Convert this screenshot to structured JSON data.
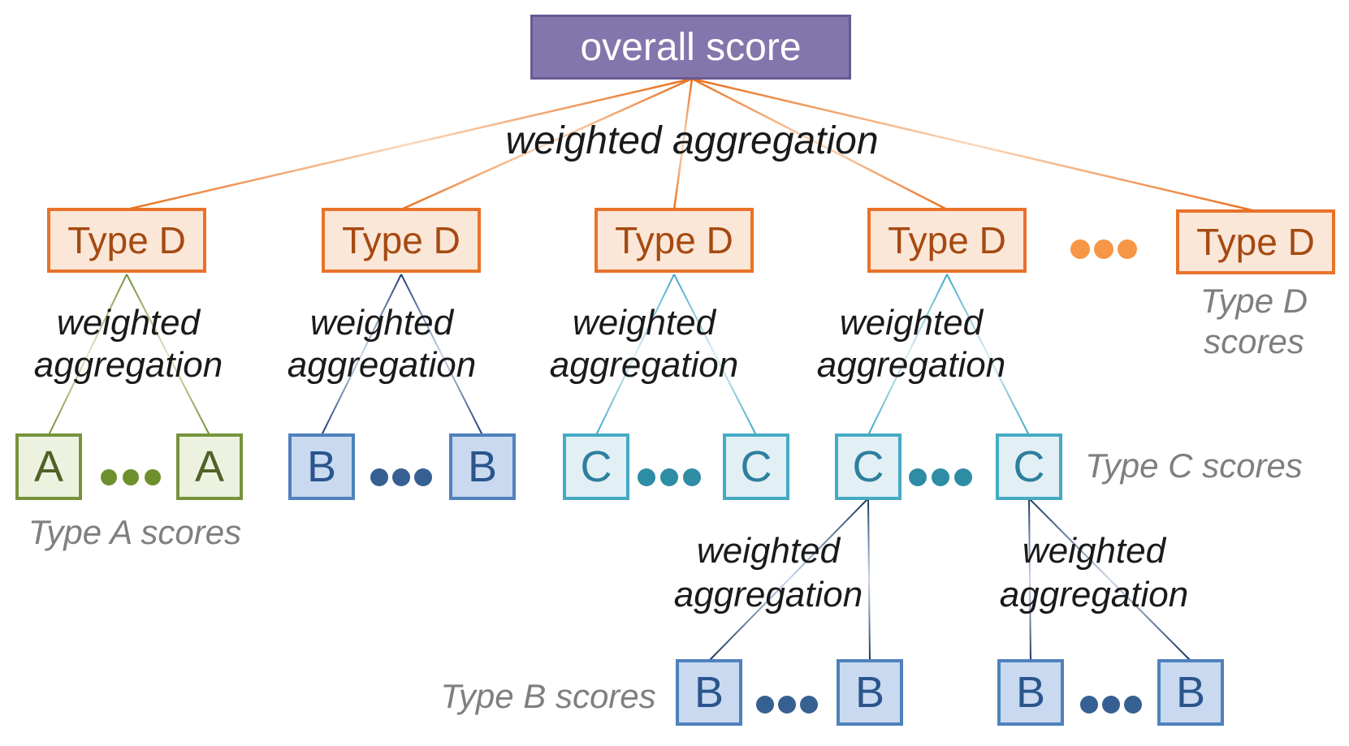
{
  "colors": {
    "background": "#FFFFFF",
    "purple_fill": "#8376AC",
    "purple_border": "#675A93",
    "purple_text": "#FFFFFF",
    "orange_border": "#E8722A",
    "orange_fill": "#FBE7D8",
    "orange_text": "#A54A12",
    "orange_dot": "#F79646",
    "orange_line_dark": "#E8711F",
    "orange_line_light": "#FAD8BC",
    "green_border": "#77933C",
    "green_fill": "#EDF2E0",
    "green_text": "#4F6228",
    "green_dot": "#6E8F2E",
    "green_line_dark": "#6E8F2E",
    "green_line_light": "#DCE7C8",
    "blue_border": "#4F81BD",
    "blue_fill": "#C9D9F0",
    "blue_text": "#2A558C",
    "blue_dot": "#376092",
    "blue_line_dark": "#1F3F77",
    "blue_line_light": "#C9D5EA",
    "teal_border": "#46AAC5",
    "teal_fill": "#E2F0F5",
    "teal_text": "#2E7F9E",
    "teal_dot": "#2E8CA5",
    "teal_line_dark": "#3FA8C7",
    "teal_line_light": "#D8EDF4",
    "navy_line_dark": "#17375E",
    "navy_line_light": "#C9D5EA",
    "gray_text": "#7F7F7F",
    "black_text": "#1A1A1A"
  },
  "root": {
    "label": "overall score"
  },
  "fan_label": "weighted aggregation",
  "type_d_boxes": [
    {
      "label": "Type D"
    },
    {
      "label": "Type D"
    },
    {
      "label": "Type D"
    },
    {
      "label": "Type D"
    },
    {
      "label": "Type D"
    }
  ],
  "group_aggregation_labels": [
    {
      "line1": "weighted",
      "line2": "aggregation"
    },
    {
      "line1": "weighted",
      "line2": "aggregation"
    },
    {
      "line1": "weighted",
      "line2": "aggregation"
    },
    {
      "line1": "weighted",
      "line2": "aggregation"
    }
  ],
  "lower_aggregation_labels": [
    {
      "line1": "weighted",
      "line2": "aggregation"
    },
    {
      "line1": "weighted",
      "line2": "aggregation"
    }
  ],
  "leaf_boxes": {
    "a": [
      {
        "label": "A"
      },
      {
        "label": "A"
      }
    ],
    "b": [
      {
        "label": "B"
      },
      {
        "label": "B"
      }
    ],
    "c_group3": [
      {
        "label": "C"
      },
      {
        "label": "C"
      }
    ],
    "c_group4": [
      {
        "label": "C"
      },
      {
        "label": "C"
      }
    ],
    "b_bottom": [
      {
        "label": "B"
      },
      {
        "label": "B"
      },
      {
        "label": "B"
      },
      {
        "label": "B"
      }
    ]
  },
  "score_labels": {
    "a": "Type A scores",
    "b": "Type B scores",
    "c": "Type C scores",
    "d_line1": "Type D",
    "d_line2": "scores"
  },
  "icons": {
    "ellipsis": "ellipsis-dots-icon"
  }
}
